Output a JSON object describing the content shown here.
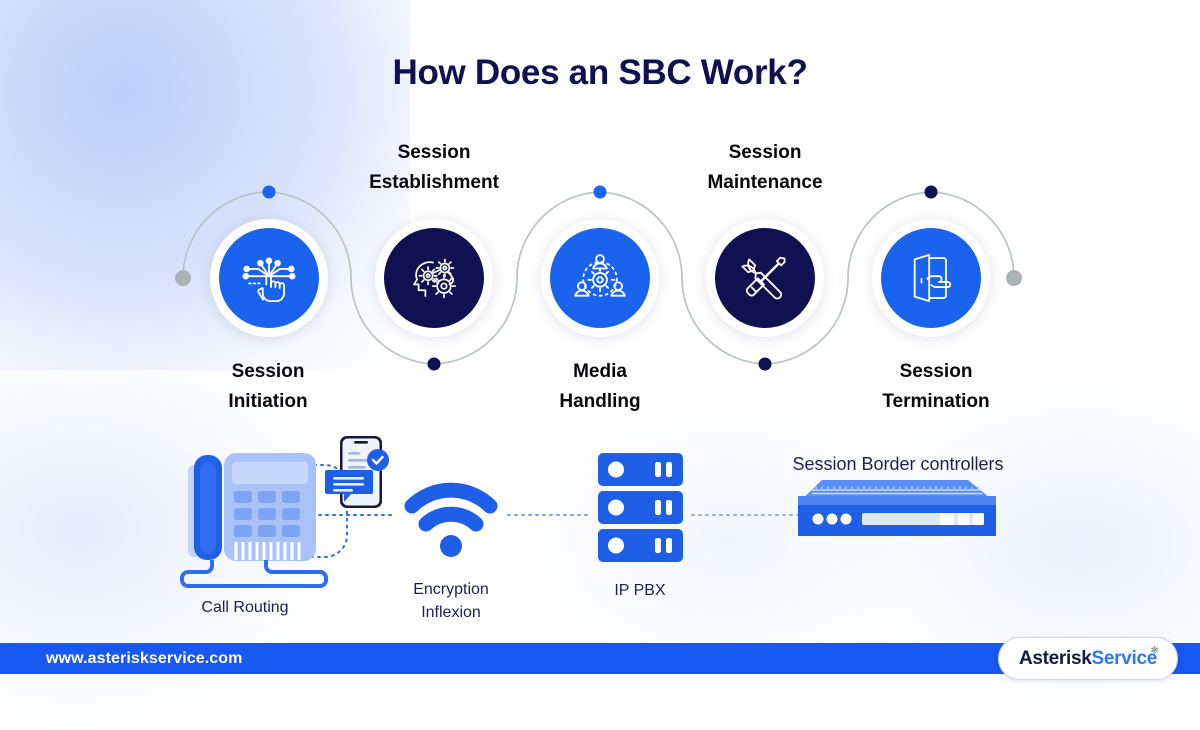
{
  "page": {
    "title": "How Does an SBC Work?"
  },
  "colors": {
    "brand_blue": "#1858f0",
    "icon_blue": "#1a63ee",
    "navy": "#0f1150",
    "arc_gray": "#b9c4c4",
    "text_navy": "#1c2050",
    "background": "#ffffff",
    "glow_blue": "#bacdf8"
  },
  "process": {
    "steps": [
      {
        "id": "session-initiation",
        "label": "Session\nInitiation",
        "label_position": "below",
        "disc_color": "#1a63ee",
        "icon": "touch-circuit-icon",
        "marker_color": "#1a63ee",
        "marker_position": "top"
      },
      {
        "id": "session-establishment",
        "label": "Session\nEstablishment",
        "label_position": "above",
        "disc_color": "#0f1150",
        "icon": "head-gears-icon",
        "marker_color": "#0f1150",
        "marker_position": "bottom"
      },
      {
        "id": "media-handling",
        "label": "Media\nHandling",
        "label_position": "below",
        "disc_color": "#1a63ee",
        "icon": "team-gear-icon",
        "marker_color": "#1a63ee",
        "marker_position": "top"
      },
      {
        "id": "session-maintenance",
        "label": "Session\nMaintenance",
        "label_position": "above",
        "disc_color": "#0f1150",
        "icon": "wrench-screwdriver-icon",
        "marker_color": "#0f1150",
        "marker_position": "bottom"
      },
      {
        "id": "session-termination",
        "label": "Session\nTermination",
        "label_position": "below",
        "disc_color": "#1a63ee",
        "icon": "exit-door-hand-icon",
        "marker_color": "#0f1150",
        "marker_position": "top"
      }
    ],
    "endcap_color": "#aab4b4"
  },
  "flow": {
    "nodes": [
      {
        "id": "call-routing",
        "caption": "Call Routing",
        "icon": "desk-phone-icon"
      },
      {
        "id": "mobile-device",
        "caption": "",
        "icon": "smartphone-message-icon"
      },
      {
        "id": "encryption",
        "caption": "Encryption\nInflexion",
        "icon": "wifi-icon"
      },
      {
        "id": "ip-pbx",
        "caption": "IP PBX",
        "icon": "server-stack-icon"
      },
      {
        "id": "sbc",
        "caption": "Session Border controllers",
        "icon": "sbc-appliance-icon"
      }
    ],
    "connector_style": "dotted"
  },
  "footer": {
    "url": "www.asteriskservice.com",
    "logo": {
      "part1": "Asterisk",
      "part2": "Service",
      "mark": "✻"
    }
  }
}
